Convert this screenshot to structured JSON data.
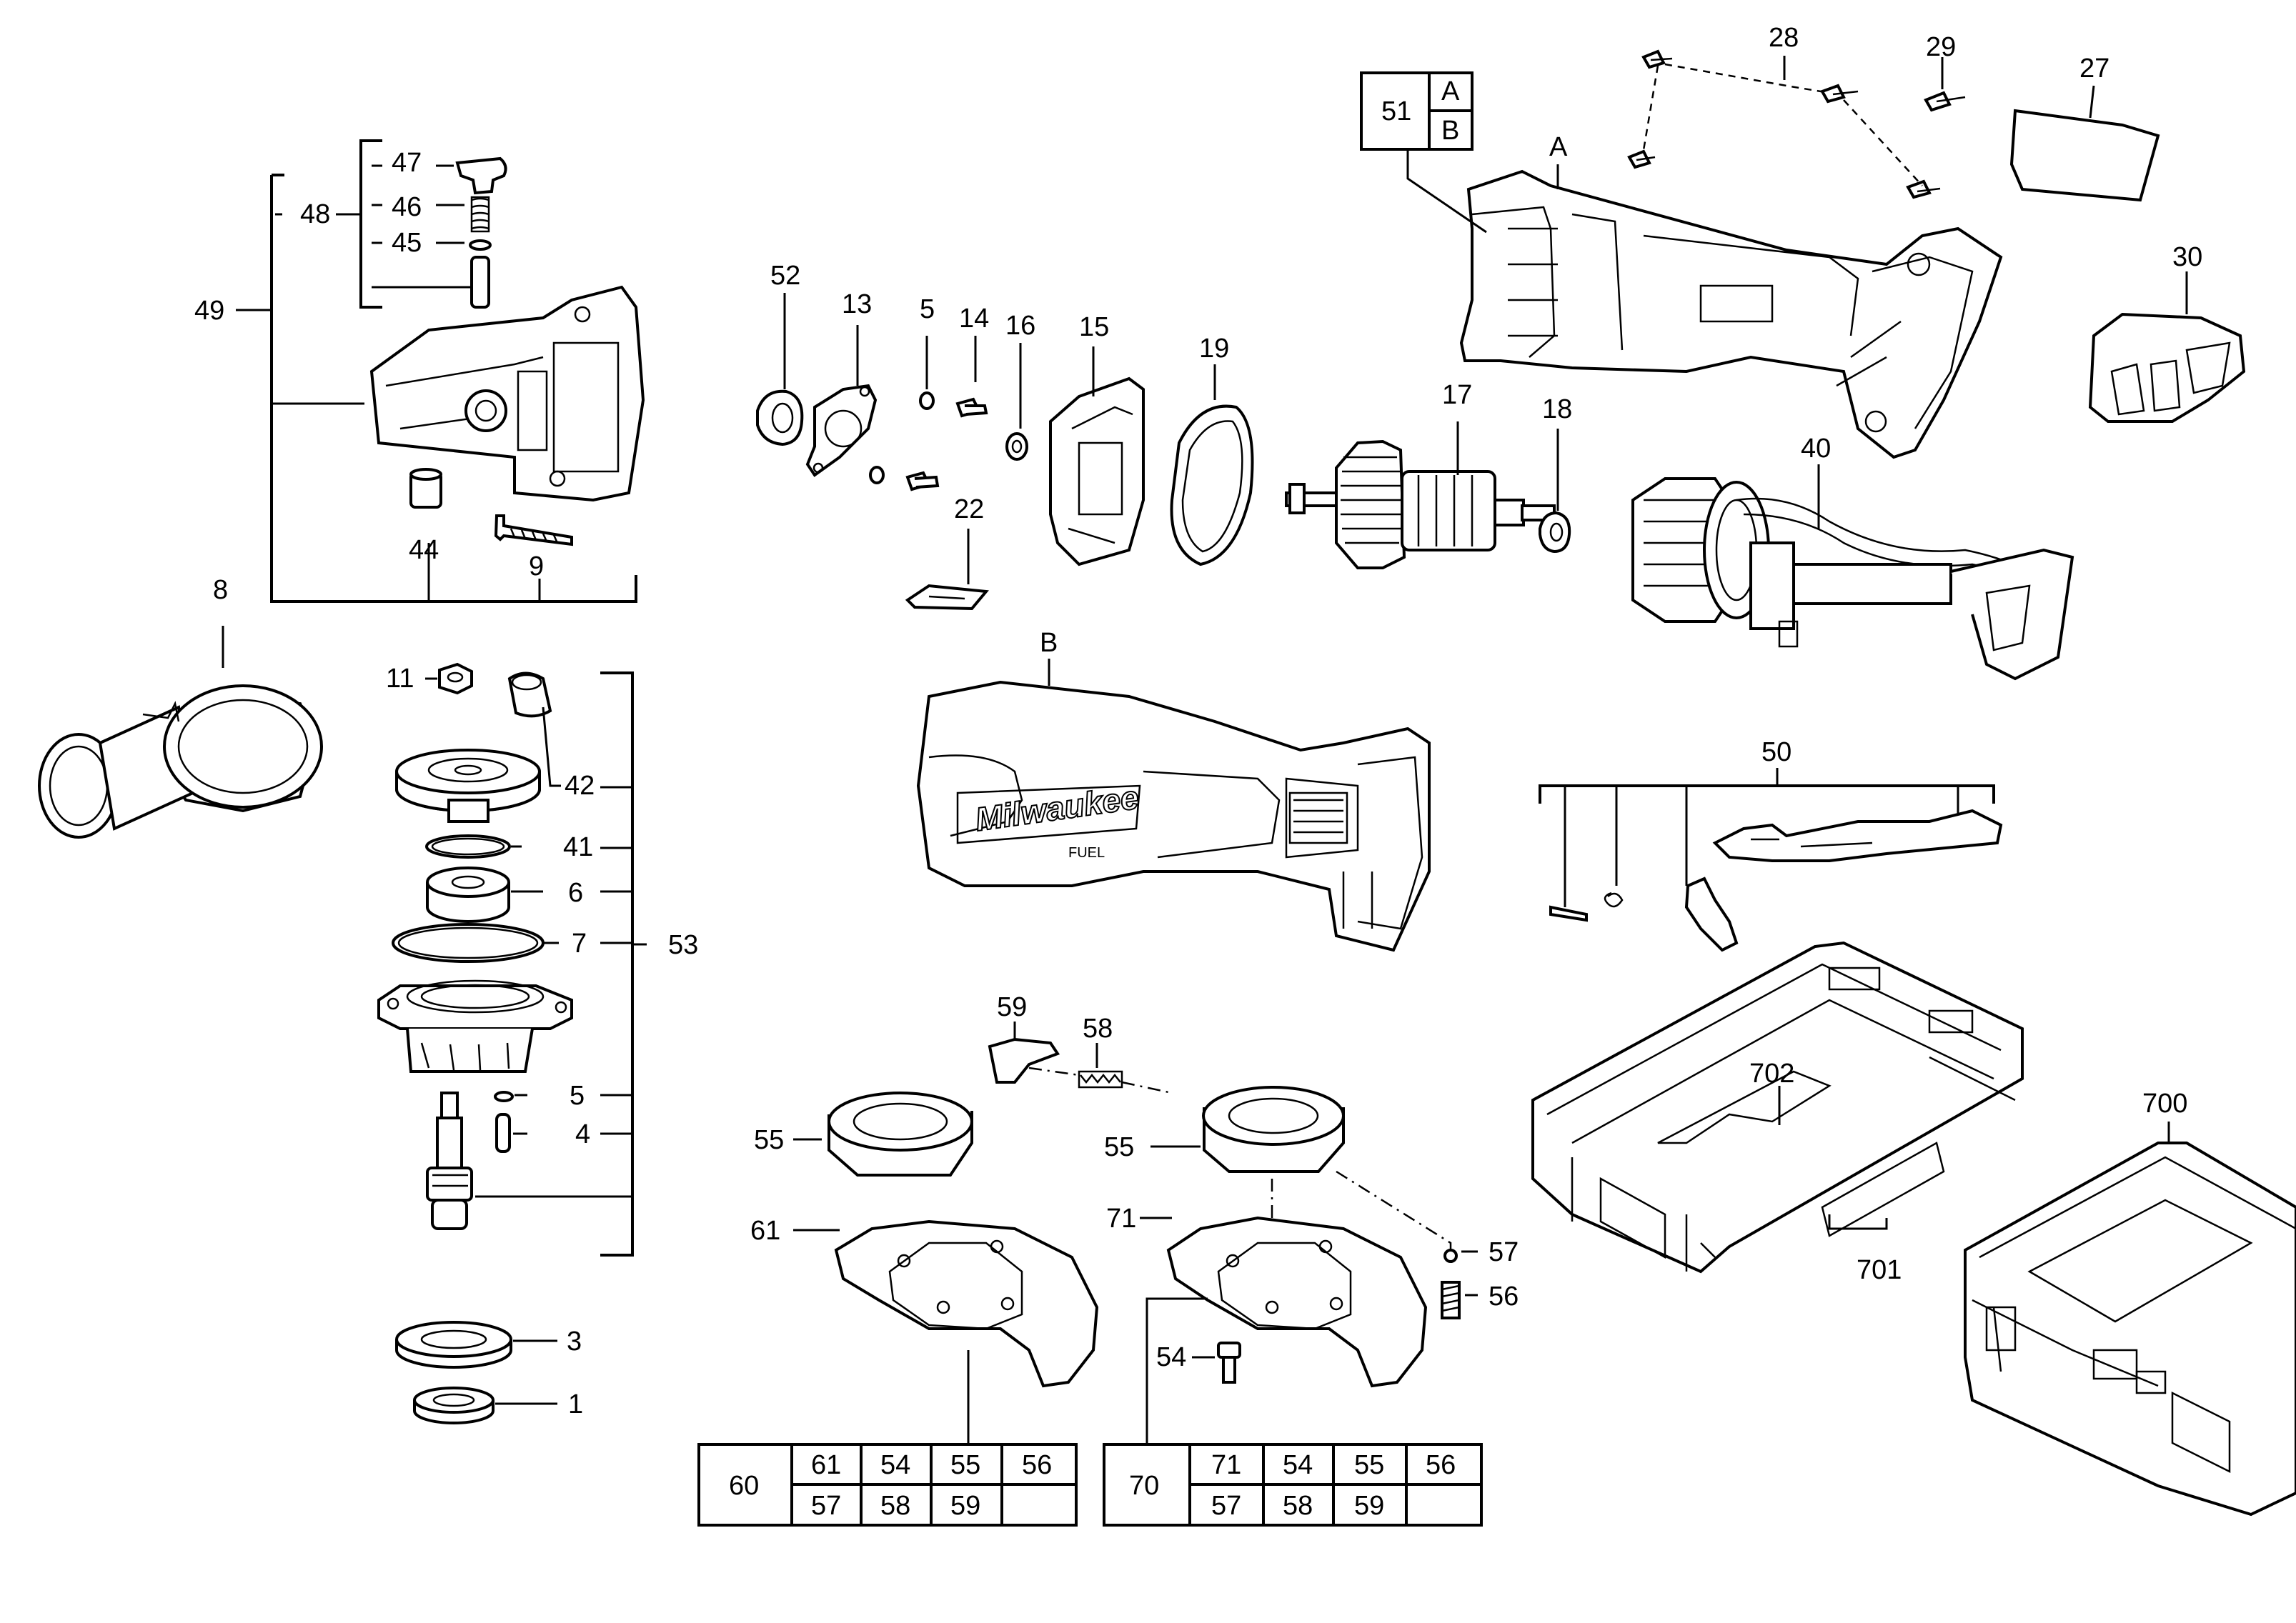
{
  "labels": {
    "p1": "1",
    "p3": "3",
    "p4": "4",
    "p5a": "5",
    "p5b": "5",
    "p6": "6",
    "p7": "7",
    "p8": "8",
    "p9": "9",
    "p11": "11",
    "p13": "13",
    "p14": "14",
    "p15": "15",
    "p16": "16",
    "p17": "17",
    "p18": "18",
    "p19": "19",
    "p22": "22",
    "p27": "27",
    "p28": "28",
    "p29": "29",
    "p30": "30",
    "p40": "40",
    "p41": "41",
    "p42": "42",
    "p44": "44",
    "p45": "45",
    "p46": "46",
    "p47": "47",
    "p48": "48",
    "p49": "49",
    "p50": "50",
    "p52": "52",
    "p53": "53",
    "p54": "54",
    "p55a": "55",
    "p55b": "55",
    "p56": "56",
    "p57": "57",
    "p58": "58",
    "p59": "59",
    "p61": "61",
    "p71": "71",
    "p700": "700",
    "p701": "701",
    "p702": "702",
    "pA": "A",
    "pB": "B"
  },
  "box51": {
    "num": "51",
    "a": "A",
    "b": "B"
  },
  "table60": {
    "kit": "60",
    "row1": [
      "61",
      "54",
      "55",
      "56"
    ],
    "row2": [
      "57",
      "58",
      "59",
      ""
    ]
  },
  "table70": {
    "kit": "70",
    "row1": [
      "71",
      "54",
      "55",
      "56"
    ],
    "row2": [
      "57",
      "58",
      "59",
      ""
    ]
  },
  "logo": {
    "text": "Milwaukee",
    "sub": "FUEL"
  }
}
